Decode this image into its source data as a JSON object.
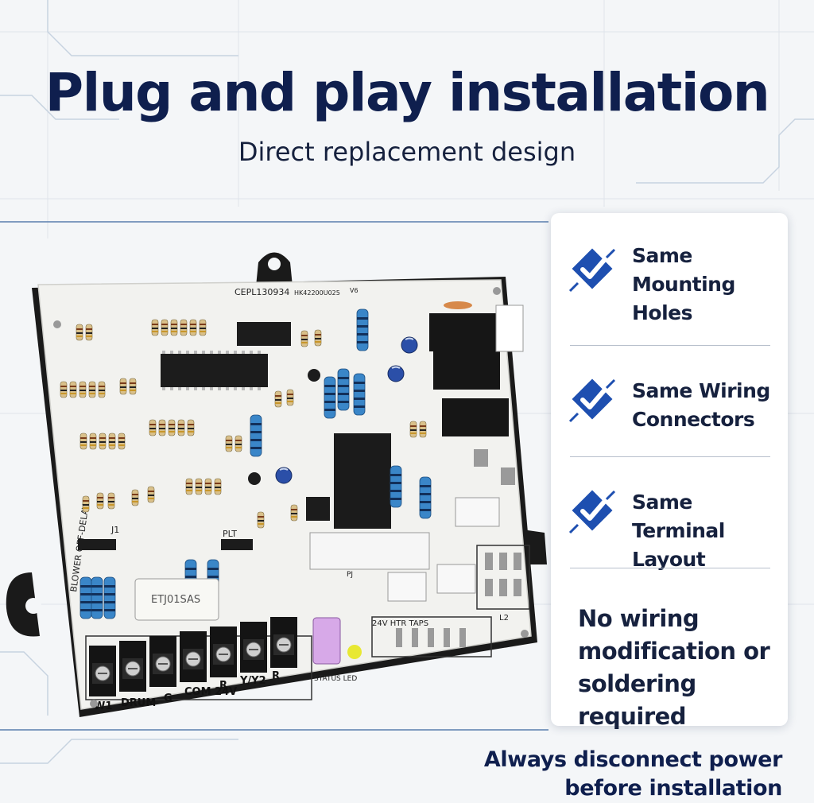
{
  "header": {
    "title": "Plug and play installation",
    "subtitle": "Direct replacement design"
  },
  "features": [
    {
      "label": "Same\nMounting\nHoles",
      "icon": "check-diamond-icon"
    },
    {
      "label": "Same Wiring\nConnectors",
      "icon": "check-diamond-icon"
    },
    {
      "label": "Same Terminal\nLayout",
      "icon": "check-diamond-icon"
    }
  ],
  "note": "No wiring\nmodification or\nsoldering required",
  "warning": "Always disconnect power\nbefore installation",
  "board": {
    "part_number": "CEPL130934",
    "part_code": "HK42200U025",
    "version": "V6",
    "blower_label": "BLOWER OFF-DELAY",
    "j1_label": "J1",
    "plt_label": "PLT",
    "pj_label": "PJ",
    "taps_label": "24V HTR TAPS",
    "l2_label": "L2",
    "status_label": "STATUS LED",
    "terminals": [
      "W1",
      "DRUM",
      "G",
      "COM 24V",
      "R",
      "Y/Y2",
      "R"
    ]
  },
  "colors": {
    "title": "#0f1f4e",
    "accent": "#1e4fb0",
    "board": "#f2f2ef",
    "card": "#ffffff"
  }
}
